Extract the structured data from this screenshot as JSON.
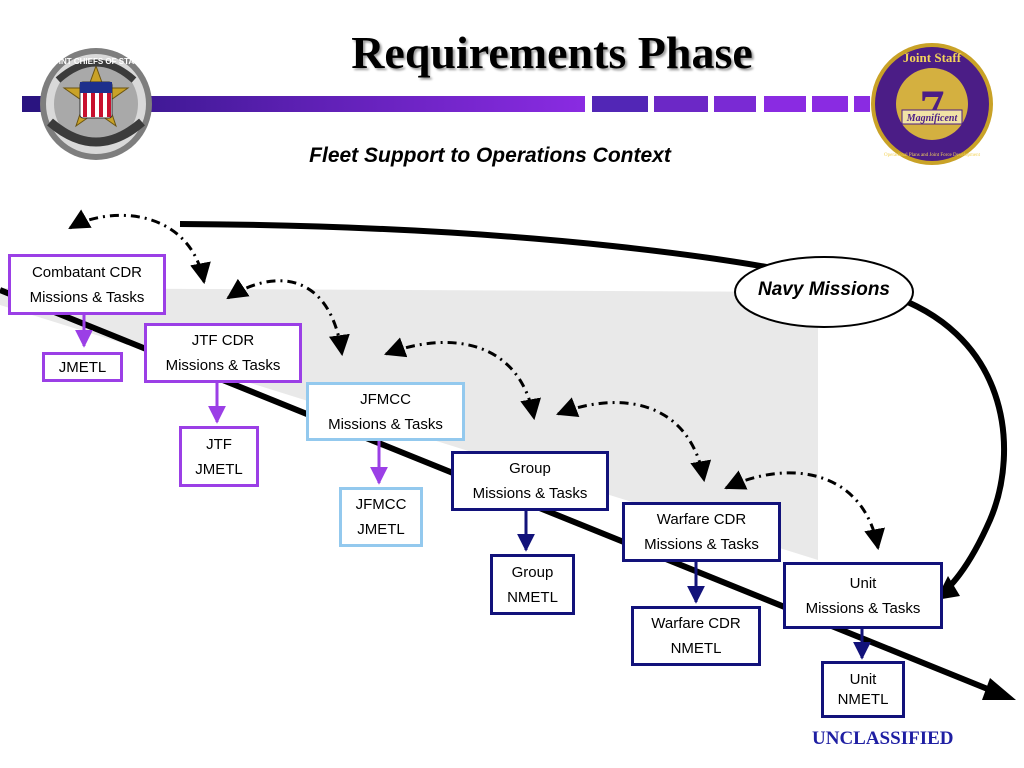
{
  "header": {
    "title": "Requirements Phase",
    "subtitle": "Fleet Support to Operations Context",
    "accent_color": "#8a2be2"
  },
  "logos": {
    "left": {
      "icon": "joint-chiefs-of-staff-seal",
      "text": "JOINT CHIEFS OF STAFF"
    },
    "right": {
      "icon": "joint-staff-j7-seal",
      "text_top": "Joint Staff",
      "numeral": "7",
      "banner": "Magnificent",
      "ring_text": "Operational Plans and Joint Force Development"
    }
  },
  "diagram": {
    "navy_missions": "Navy Missions",
    "levels": [
      {
        "missions": [
          "Combatant CDR",
          "Missions & Tasks"
        ],
        "metl": [
          "JMETL"
        ],
        "color": "#9b3fe6"
      },
      {
        "missions": [
          "JTF CDR",
          "Missions & Tasks"
        ],
        "metl": [
          "JTF",
          "JMETL"
        ],
        "color": "#9b3fe6"
      },
      {
        "missions": [
          "JFMCC",
          "Missions & Tasks"
        ],
        "metl": [
          "JFMCC",
          "JMETL"
        ],
        "color": "#93c9ee"
      },
      {
        "missions": [
          "Group",
          "Missions & Tasks"
        ],
        "metl": [
          "Group",
          "NMETL"
        ],
        "color": "#12127a"
      },
      {
        "missions": [
          "Warfare CDR",
          "Missions & Tasks"
        ],
        "metl": [
          "Warfare CDR",
          "NMETL"
        ],
        "color": "#12127a"
      },
      {
        "missions": [
          "Unit",
          "Missions & Tasks"
        ],
        "metl": [
          "Unit",
          "NMETL"
        ],
        "color": "#12127a"
      }
    ]
  },
  "footer": {
    "classification": "UNCLASSIFIED"
  }
}
